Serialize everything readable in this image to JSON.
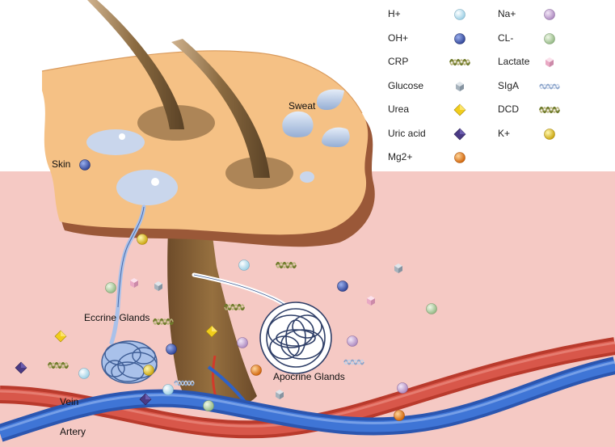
{
  "labels": {
    "skin": "Skin",
    "sweat": "Sweat",
    "eccrine": "Eccrine Glands",
    "apocrine": "Apocrine Glands",
    "vein": "Vein",
    "artery": "Artery"
  },
  "colors": {
    "skin_surface": "#f5c185",
    "dermis": "#f5c9c4",
    "vein": "#3a6fd0",
    "artery": "#d4493a",
    "hair": "#7a5732",
    "gland": "#a9c1ea"
  },
  "legend": {
    "left": [
      {
        "label": "H+",
        "icon": "light-cyan-sphere"
      },
      {
        "label": "OH+",
        "icon": "blue-sphere"
      },
      {
        "label": "CRP",
        "icon": "olive-helix"
      },
      {
        "label": "Glucose",
        "icon": "gray-cube"
      },
      {
        "label": "Urea",
        "icon": "yellow-diamond"
      },
      {
        "label": "Uric acid",
        "icon": "purple-diamond"
      },
      {
        "label": "Mg2+",
        "icon": "orange-sphere"
      }
    ],
    "right": [
      {
        "label": "Na+",
        "icon": "lavender-sphere"
      },
      {
        "label": "CL-",
        "icon": "green-sphere"
      },
      {
        "label": "Lactate",
        "icon": "pink-cube"
      },
      {
        "label": "SIgA",
        "icon": "blue-helix"
      },
      {
        "label": "DCD",
        "icon": "olive-helix"
      },
      {
        "label": "K+",
        "icon": "yellow-sphere"
      }
    ]
  }
}
